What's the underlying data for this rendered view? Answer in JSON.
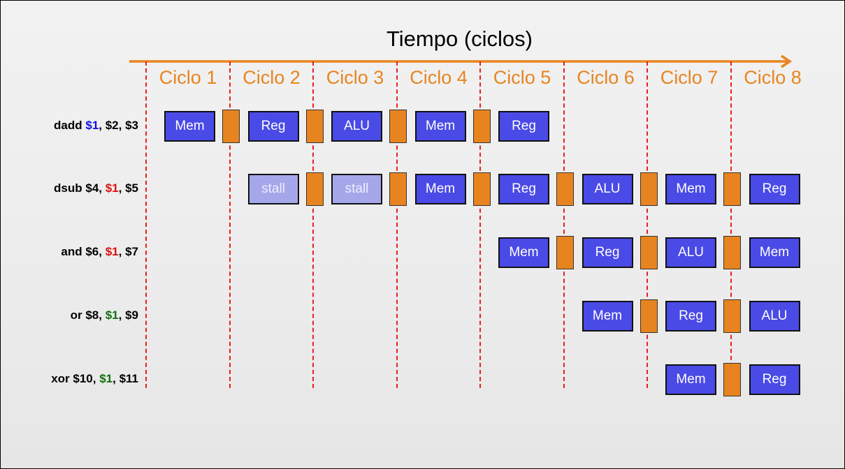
{
  "title": "Tiempo (ciclos)",
  "colors": {
    "accent": "#e8841f",
    "stage": "#4a4ae6",
    "stall": "#a6a6ea",
    "divider": "#e8201c",
    "write": "#1010e0",
    "hazard": "#e01010",
    "ok": "#107010"
  },
  "cycles": [
    "Ciclo 1",
    "Ciclo 2",
    "Ciclo 3",
    "Ciclo 4",
    "Ciclo 5",
    "Ciclo 6",
    "Ciclo 7",
    "Ciclo 8"
  ],
  "instructions": [
    {
      "parts": [
        {
          "t": "dadd ",
          "c": ""
        },
        {
          "t": "$1",
          "c": "write"
        },
        {
          "t": ", $2, $3",
          "c": ""
        }
      ],
      "start": 1,
      "stages": [
        "Mem",
        "Reg",
        "ALU",
        "Mem",
        "Reg"
      ]
    },
    {
      "parts": [
        {
          "t": "dsub $4, ",
          "c": ""
        },
        {
          "t": "$1",
          "c": "hazard"
        },
        {
          "t": ", $5",
          "c": ""
        }
      ],
      "start": 2,
      "stages": [
        "stall",
        "stall",
        "Mem",
        "Reg",
        "ALU",
        "Mem",
        "Reg"
      ]
    },
    {
      "parts": [
        {
          "t": "and $6, ",
          "c": ""
        },
        {
          "t": "$1",
          "c": "hazard"
        },
        {
          "t": ", $7",
          "c": ""
        }
      ],
      "start": 5,
      "stages": [
        "Mem",
        "Reg",
        "ALU",
        "Mem"
      ]
    },
    {
      "parts": [
        {
          "t": "or $8, ",
          "c": ""
        },
        {
          "t": "$1",
          "c": "ok"
        },
        {
          "t": ", $9",
          "c": ""
        }
      ],
      "start": 6,
      "stages": [
        "Mem",
        "Reg",
        "ALU"
      ]
    },
    {
      "parts": [
        {
          "t": "xor $10, ",
          "c": ""
        },
        {
          "t": "$1",
          "c": "ok"
        },
        {
          "t": ", $11",
          "c": ""
        }
      ],
      "start": 7,
      "stages": [
        "Mem",
        "Reg"
      ]
    }
  ]
}
